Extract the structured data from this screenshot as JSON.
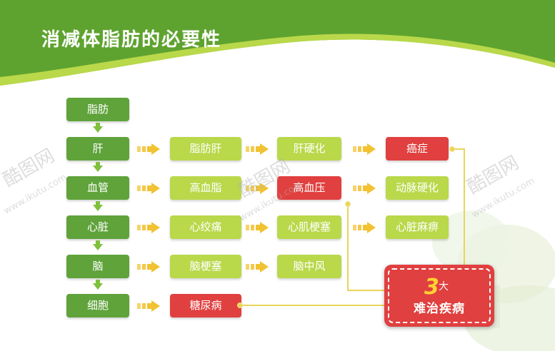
{
  "title": "消减体脂肪的必要性",
  "column1": [
    "脂肪",
    "肝",
    "血管",
    "心脏",
    "脑",
    "细胞"
  ],
  "column2": [
    "脂肪肝",
    "高血脂",
    "心绞痛",
    "脑梗塞",
    "糖尿病"
  ],
  "column3": [
    "肝硬化",
    "高血压",
    "心肌梗塞",
    "脑中风"
  ],
  "column4": [
    "癌症",
    "动脉硬化",
    "心脏麻痹"
  ],
  "badge": {
    "number": "3",
    "unit": "大",
    "label": "难治疾病"
  },
  "watermark": {
    "brand": "酷图网",
    "url": "www.ikutu.com"
  },
  "colors": {
    "dark_green": "#5fa33a",
    "light_green": "#b9d84a",
    "red": "#e0403f",
    "arrow_yellow": "#f1c232",
    "connector": "#e9d55a"
  }
}
